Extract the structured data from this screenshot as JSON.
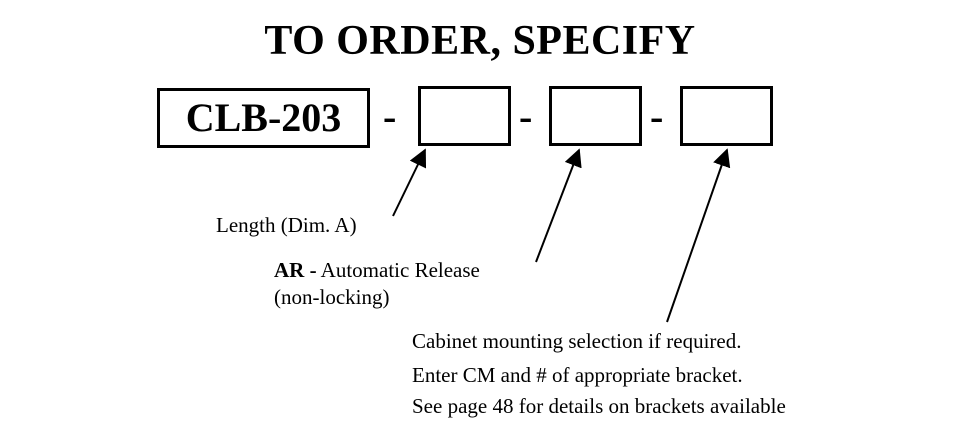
{
  "heading": "TO ORDER, SPECIFY",
  "model_code": "CLB-203",
  "separator": "-",
  "options": {
    "length_label": "Length (Dim. A)",
    "release_code": "AR -",
    "release_desc": "Automatic Release",
    "release_note": "(non-locking)",
    "cabinet_line1": "Cabinet mounting selection if required.",
    "cabinet_line2": "Enter CM and # of appropriate bracket.",
    "cabinet_line3": "See page 48 for details on brackets available"
  }
}
